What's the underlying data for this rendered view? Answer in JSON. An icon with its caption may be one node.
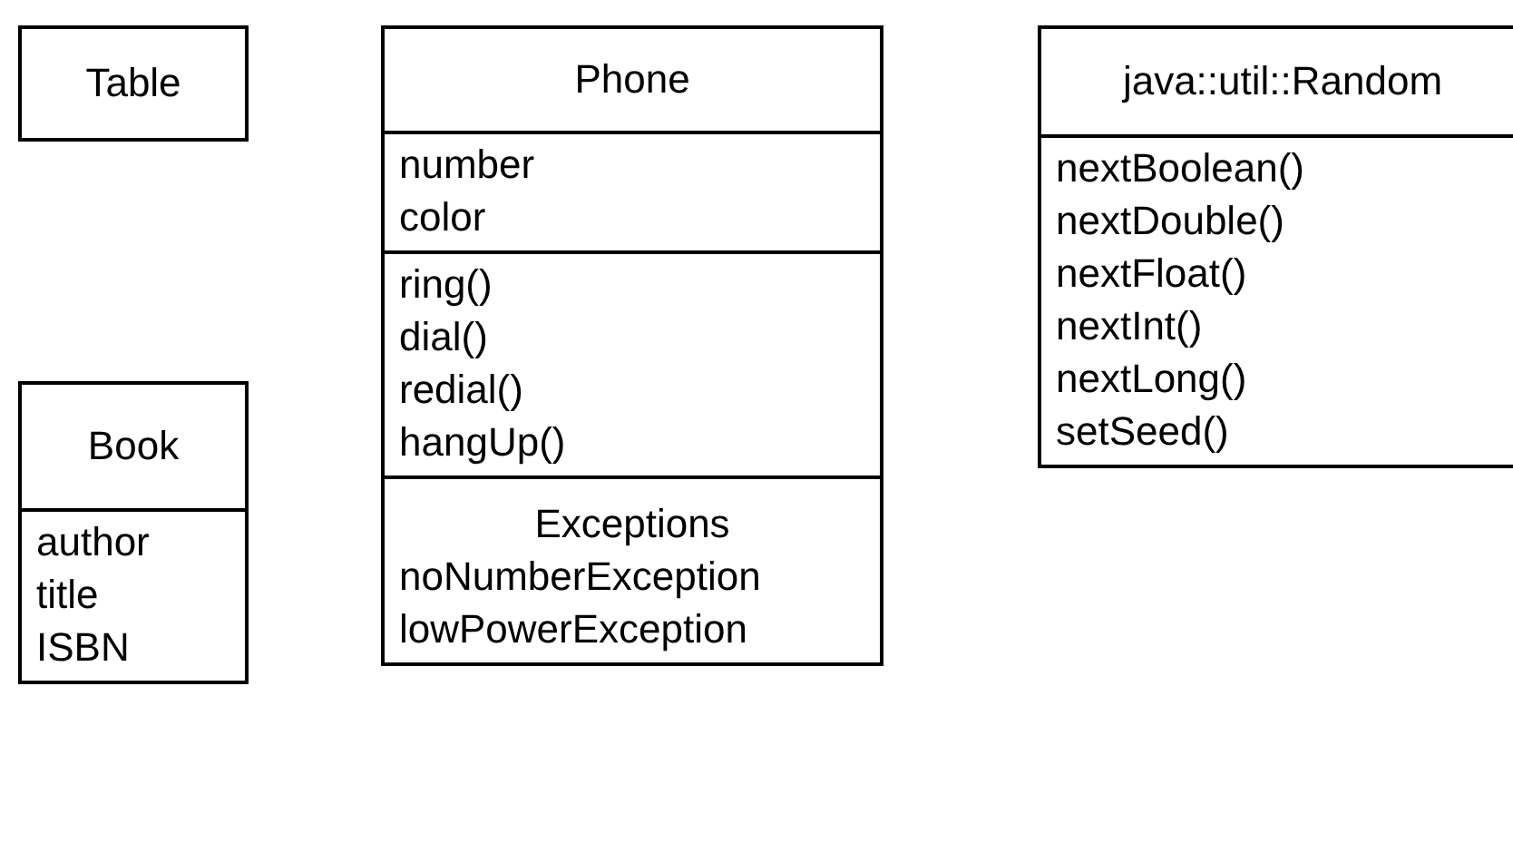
{
  "diagram": {
    "nodes": [
      {
        "text": [
          "Table"
        ]
      },
      {
        "text": [
          "Book",
          "author title ISBN"
        ]
      },
      {
        "text": [
          "Phone",
          "number color",
          "ring() dial() redial() hangUp()",
          "Exceptions",
          "noNumberException lowPowerException"
        ]
      },
      {
        "text": [
          "java::util::Random",
          "nextBoolean() nextDouble() nextFloat() nextInt() nextLong() setSeed()"
        ]
      }
    ]
  }
}
